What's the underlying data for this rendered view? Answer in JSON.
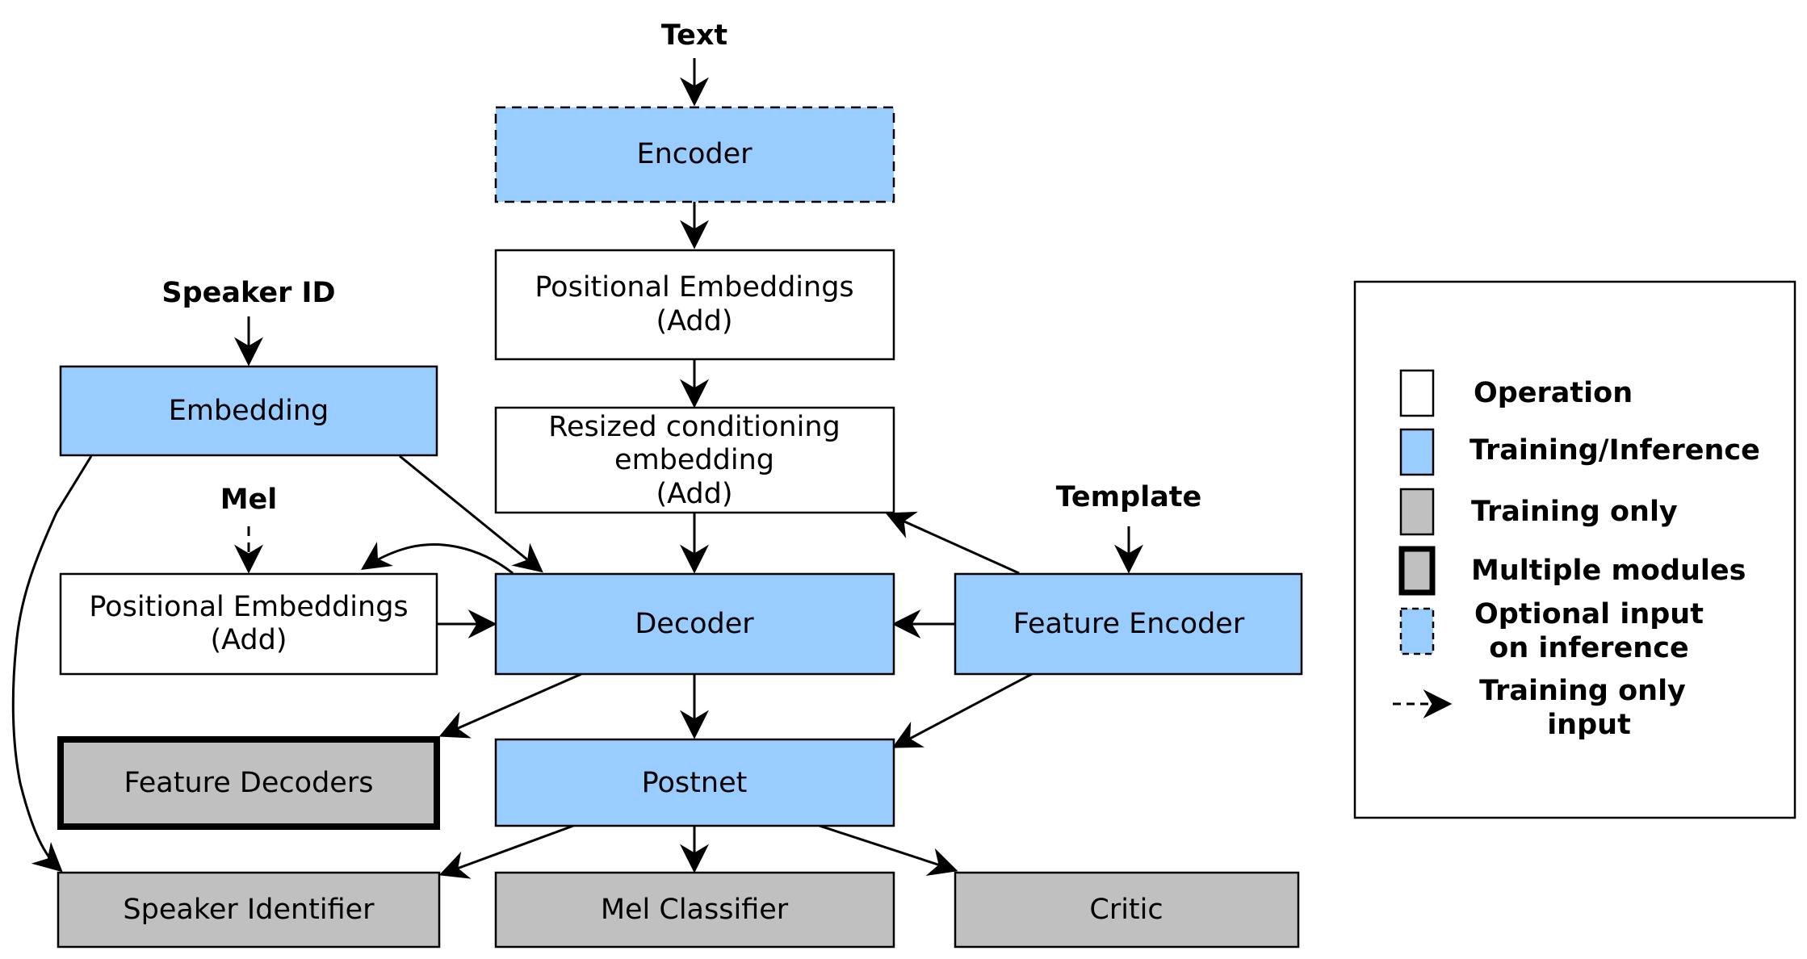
{
  "colors": {
    "operation": "#ffffff",
    "training_inference": "#99ccff",
    "training_only": "#c0c0c0",
    "stroke": "#000000"
  },
  "inputs": {
    "text": "Text",
    "speaker_id": "Speaker ID",
    "mel": "Mel",
    "template": "Template"
  },
  "nodes": {
    "encoder": "Encoder",
    "positional_embeddings_top": [
      "Positional Embeddings",
      "(Add)"
    ],
    "resized_conditioning": [
      "Resized conditioning",
      "embedding",
      "(Add)"
    ],
    "embedding": "Embedding",
    "positional_embeddings_left": [
      "Positional Embeddings",
      "(Add)"
    ],
    "decoder": "Decoder",
    "feature_encoder": "Feature Encoder",
    "feature_decoders": "Feature Decoders",
    "postnet": "Postnet",
    "speaker_identifier": "Speaker Identifier",
    "mel_classifier": "Mel Classifier",
    "critic": "Critic"
  },
  "legend": {
    "operation": "Operation",
    "training_inference": "Training/Inference",
    "training_only": "Training only",
    "multiple_modules": "Multiple modules",
    "optional_input": [
      "Optional input",
      "on inference"
    ],
    "training_only_input": [
      "Training only",
      "input"
    ]
  }
}
